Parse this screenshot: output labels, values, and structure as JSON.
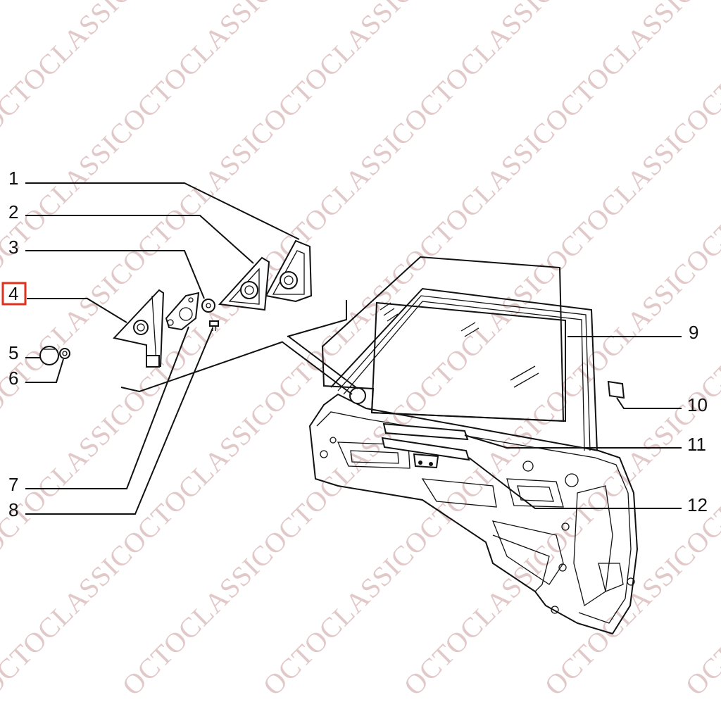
{
  "watermark": "OCTOCLASSIC",
  "callouts": [
    "1",
    "2",
    "3",
    "4",
    "5",
    "6",
    "7",
    "8",
    "9",
    "10",
    "11",
    "12"
  ],
  "highlighted_callout": "4",
  "colors": {
    "highlight": "#e0301e",
    "line": "#111111",
    "watermark": "#d9b8b8"
  }
}
